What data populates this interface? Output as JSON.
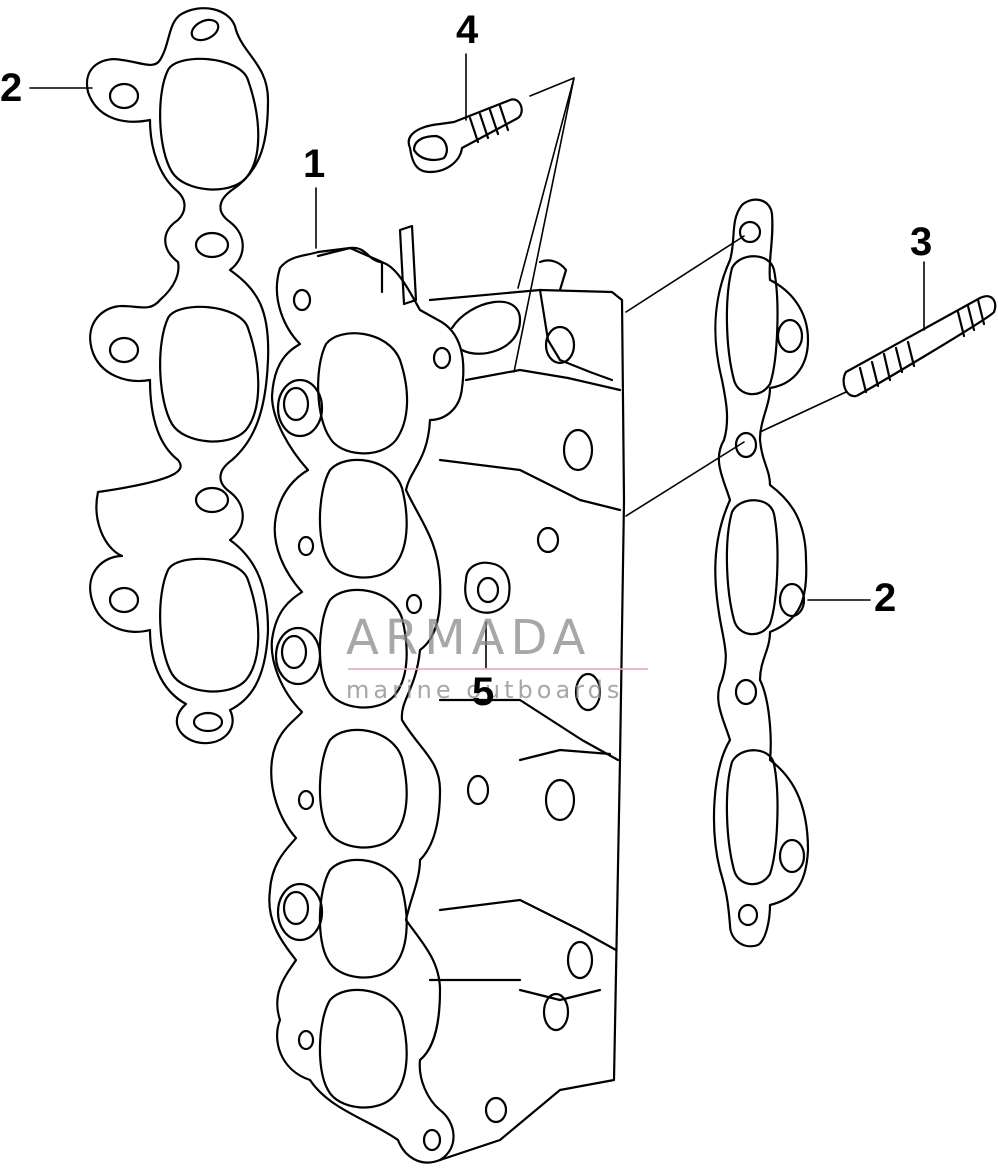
{
  "callouts": {
    "c1": "1",
    "c2_left": "2",
    "c2_right": "2",
    "c3": "3",
    "c4": "4",
    "c5": "5"
  },
  "watermark": {
    "brand": "ARMADA",
    "tagline": "marine outboards",
    "accent_color": "#e3a6c7"
  },
  "colors": {
    "line": "#000000",
    "background": "#ffffff"
  }
}
